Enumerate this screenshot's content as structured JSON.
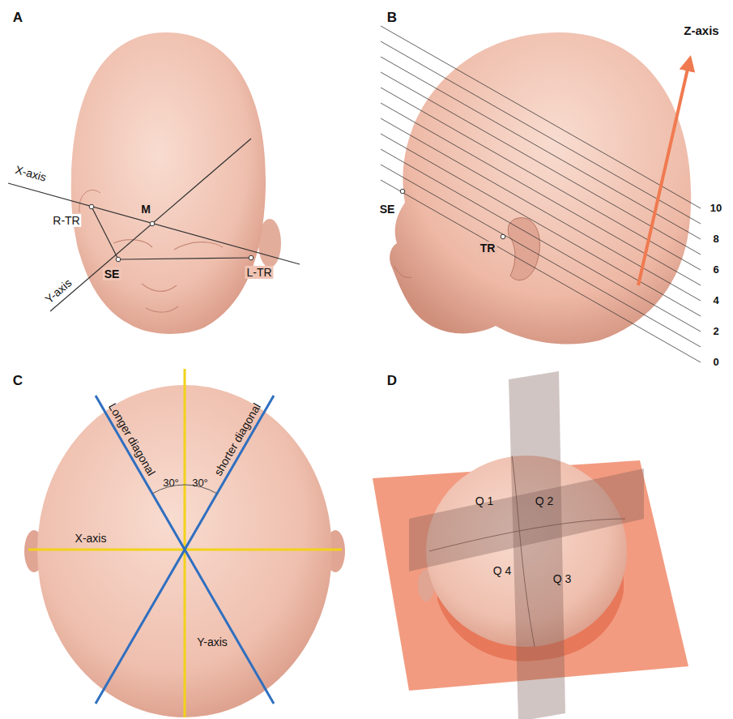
{
  "diagram": {
    "labels": [
      "A",
      "X-axis",
      "Y-axis",
      "R-TR",
      "M",
      "SE",
      "L-TR",
      "B",
      "Z-axis",
      "10",
      "8",
      "6",
      "4",
      "2",
      "0",
      "SE",
      "TR",
      "C",
      "Longer diagonal",
      "30°",
      "30°",
      "shorter diagonal",
      "X-axis",
      "Y-axis",
      "D",
      "Q 1",
      "Q 2",
      "Q 4",
      "Q 3"
    ]
  }
}
